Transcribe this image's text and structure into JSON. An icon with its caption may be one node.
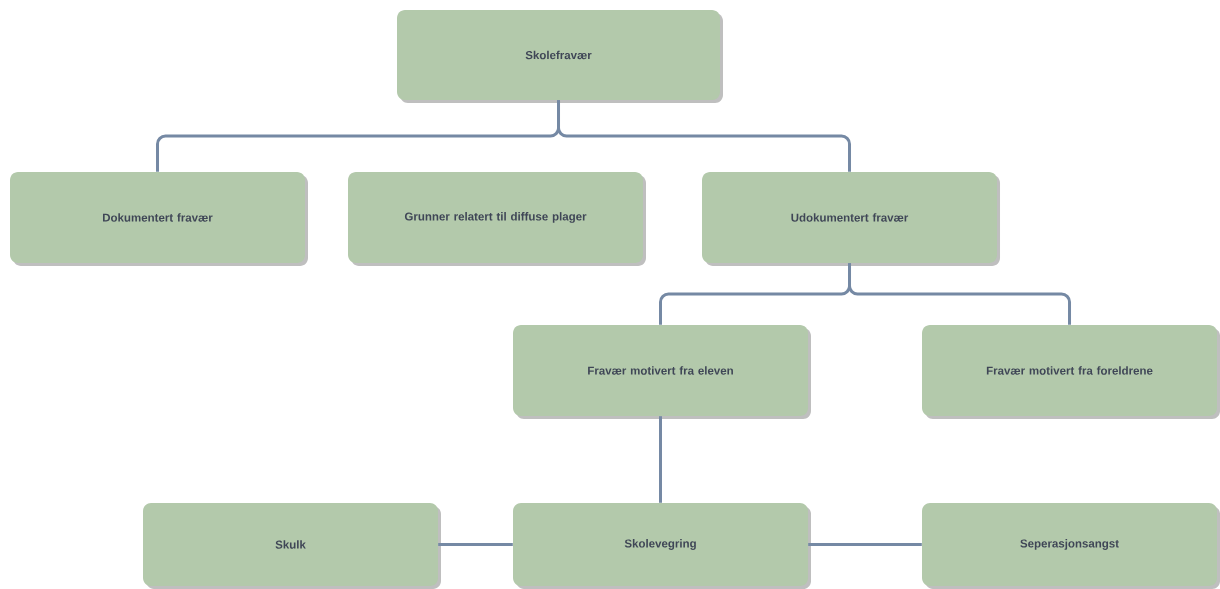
{
  "diagram": {
    "nodes": [
      {
        "text": [
          "Skolefravær"
        ]
      },
      {
        "text": [
          "Dokumentert fravær"
        ]
      },
      {
        "text": [
          "Grunner relatert til diffuse plager"
        ]
      },
      {
        "text": [
          "Udokumentert fravær"
        ]
      },
      {
        "text": [
          "Fravær motivert fra eleven"
        ]
      },
      {
        "text": [
          "Fravær motivert fra foreldrene"
        ]
      },
      {
        "text": [
          "Skulk"
        ]
      },
      {
        "text": [
          "Skolevegring"
        ]
      },
      {
        "text": [
          "Seperasjonsangst"
        ]
      }
    ],
    "edges": [
      {
        "from": 0,
        "to": 1,
        "arrow": "none"
      },
      {
        "from": 0,
        "to": 3,
        "arrow": "none"
      },
      {
        "from": 3,
        "to": 4,
        "arrow": "none"
      },
      {
        "from": 3,
        "to": 5,
        "arrow": "none"
      },
      {
        "from": 4,
        "to": 7,
        "arrow": "none"
      },
      {
        "from": 7,
        "to": 6,
        "arrow": "none"
      },
      {
        "from": 7,
        "to": 8,
        "arrow": "none"
      }
    ]
  }
}
